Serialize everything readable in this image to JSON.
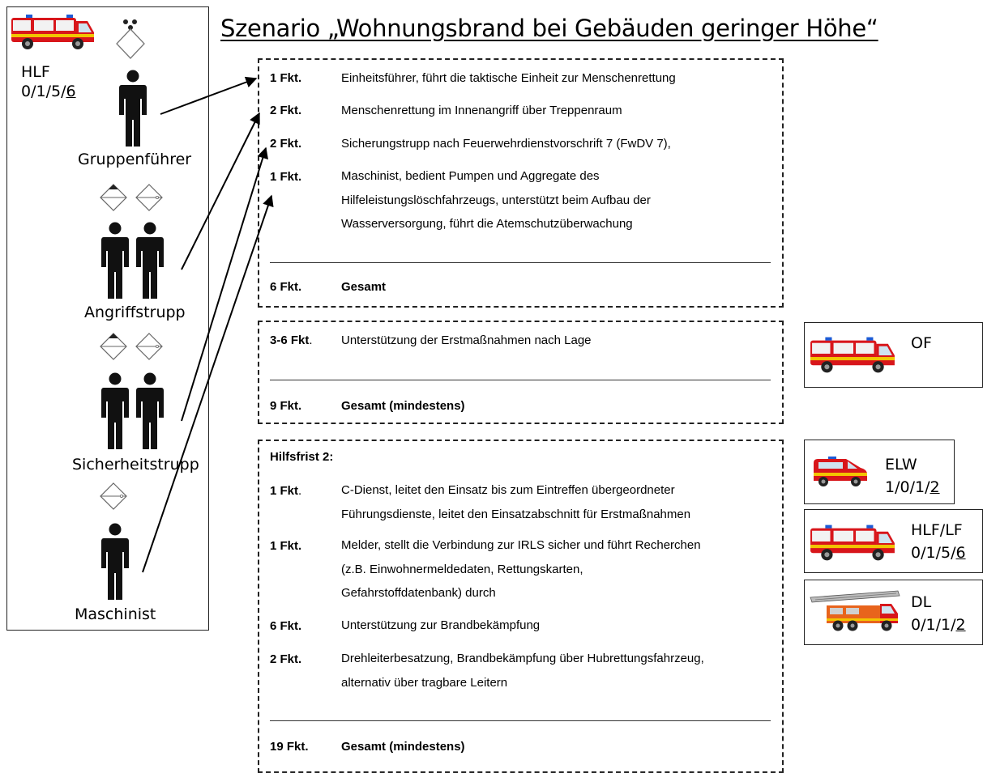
{
  "title": "Szenario „Wohnungsbrand bei Gebäuden geringer Höhe“",
  "left_panel": {
    "vehicle_name": "HLF",
    "strength_prefix": "0/1/5/",
    "strength_total": "6",
    "roles": [
      {
        "label": "Gruppenführer"
      },
      {
        "label": "Angriffstrupp"
      },
      {
        "label": "Sicherheitstrupp"
      },
      {
        "label": "Maschinist"
      }
    ]
  },
  "box1": {
    "rows": [
      {
        "count": "1 Fkt.",
        "desc": "Einheitsführer, führt die taktische Einheit zur Menschenrettung"
      },
      {
        "count": "2 Fkt.",
        "desc": "Menschenrettung im Innenangriff über Treppenraum"
      },
      {
        "count": "2 Fkt.",
        "desc": "Sicherungstrupp nach Feuerwehrdienstvorschrift 7 (FwDV 7),"
      },
      {
        "count": "1 Fkt.",
        "desc_lines": [
          "Maschinist, bedient Pumpen und Aggregate des",
          "Hilfeleistungslöschfahrzeugs, unterstützt beim Aufbau der",
          "Wasserversorgung, führt die Atemschutzüberwachung"
        ]
      }
    ],
    "total_count": "6 Fkt.",
    "total_label": "Gesamt"
  },
  "box2": {
    "row_count_bold": "3-6 Fkt",
    "row_count_rest": ".",
    "row_desc": "Unterstützung der Erstmaßnahmen nach Lage",
    "total_count": "9 Fkt.",
    "total_label": "Gesamt (mindestens)"
  },
  "box3": {
    "heading": "Hilfsfrist 2:",
    "rows": [
      {
        "count_bold": "1 Fkt",
        "count_rest": ".",
        "desc_lines": [
          "C-Dienst, leitet den Einsatz bis zum Eintreffen übergeordneter",
          "Führungsdienste, leitet den Einsatzabschnitt für Erstmaßnahmen"
        ]
      },
      {
        "count_bold": "1 Fkt.",
        "count_rest": "",
        "desc_lines": [
          "Melder, stellt die Verbindung zur IRLS sicher und führt Recherchen",
          "(z.B. Einwohnermeldedaten, Rettungskarten,",
          "Gefahrstoffdatenbank) durch"
        ]
      },
      {
        "count_bold": "6 Fkt.",
        "count_rest": "",
        "desc_lines": [
          "Unterstützung zur Brandbekämpfung"
        ]
      },
      {
        "count_bold": "2 Fkt.",
        "count_rest": "",
        "desc_lines": [
          "Drehleiterbesatzung, Brandbekämpfung über Hubrettungsfahrzeug,",
          "alternativ über tragbare Leitern"
        ]
      }
    ],
    "total_count": "19 Fkt.",
    "total_label": "Gesamt (mindestens)"
  },
  "vehicles": [
    {
      "name": "OF",
      "prefix": "",
      "total": ""
    },
    {
      "name": "ELW",
      "prefix": "1/0/1/",
      "total": "2"
    },
    {
      "name": "HLF/LF",
      "prefix": "0/1/5/",
      "total": "6"
    },
    {
      "name": "DL",
      "prefix": "0/1/1/",
      "total": "2"
    }
  ],
  "colors": {
    "truck_red": "#d8161b",
    "truck_white": "#f2f2f2",
    "ladder_orange": "#e8641c",
    "stripe_yellow": "#f2c500"
  }
}
